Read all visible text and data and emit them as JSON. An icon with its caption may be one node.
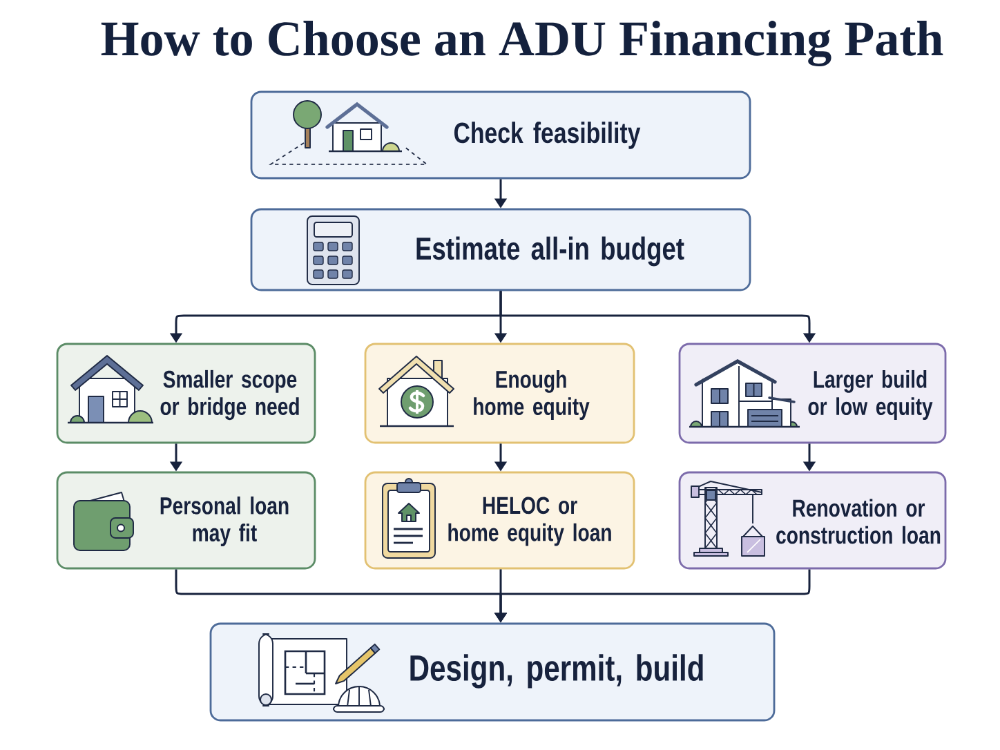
{
  "diagram": {
    "title": "How to Choose an ADU Financing Path",
    "nodes": [
      {
        "text": [
          "Check feasibility"
        ]
      },
      {
        "text": [
          "Estimate all-in budget"
        ]
      },
      {
        "text": [
          "Smaller scope or bridge need"
        ]
      },
      {
        "text": [
          "Enough home equity"
        ]
      },
      {
        "text": [
          "Larger build or low equity"
        ]
      },
      {
        "text": [
          "Personal loan may fit"
        ]
      },
      {
        "text": [
          "HELOC or home equity loan"
        ]
      },
      {
        "text": [
          "Renovation or construction loan"
        ]
      },
      {
        "text": [
          "Design, permit, build"
        ]
      }
    ],
    "edges": [
      {
        "from": 0,
        "to": 1,
        "arrow": "to"
      },
      {
        "from": 1,
        "to": 2,
        "arrow": "to"
      },
      {
        "from": 1,
        "to": 3,
        "arrow": "to"
      },
      {
        "from": 1,
        "to": 4,
        "arrow": "to"
      },
      {
        "from": 2,
        "to": 5,
        "arrow": "to"
      },
      {
        "from": 3,
        "to": 6,
        "arrow": "to"
      },
      {
        "from": 4,
        "to": 7,
        "arrow": "to"
      },
      {
        "from": 5,
        "to": 8,
        "arrow": "to"
      },
      {
        "from": 6,
        "to": 8,
        "arrow": "to"
      },
      {
        "from": 7,
        "to": 8,
        "arrow": "to"
      }
    ]
  }
}
